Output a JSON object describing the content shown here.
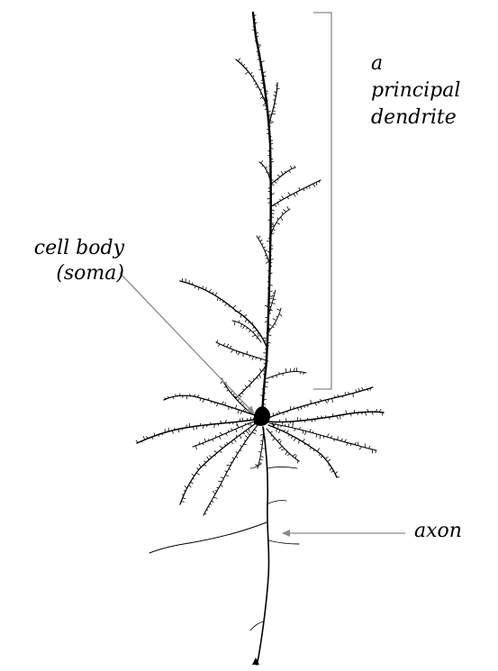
{
  "labels": {
    "dendrite": [
      "a",
      "principal",
      "dendrite"
    ],
    "soma": [
      "cell body",
      "(soma)"
    ],
    "axon": "axon"
  },
  "colors": {
    "neuron": "#000000",
    "annotation": "#808080",
    "background": "#ffffff"
  }
}
